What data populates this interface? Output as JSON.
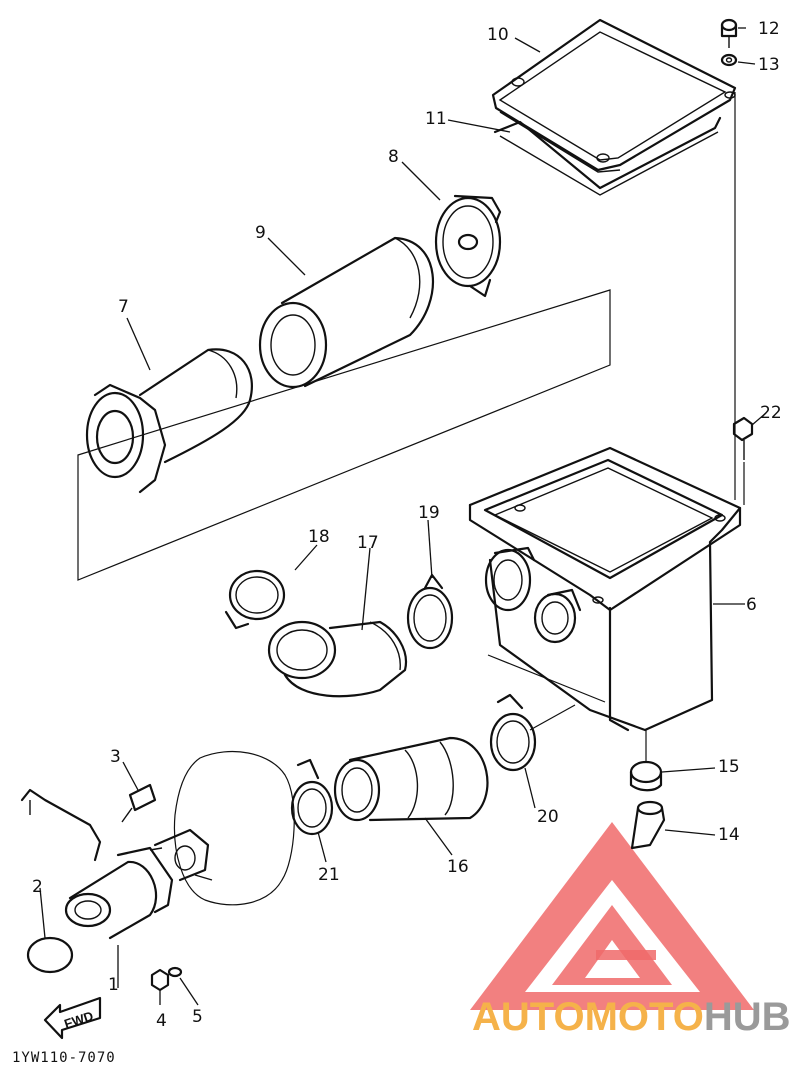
{
  "diagram": {
    "drawing_code": "1YW110-7070",
    "direction_label": "FWD",
    "callouts": [
      "1",
      "2",
      "3",
      "4",
      "5",
      "6",
      "7",
      "8",
      "9",
      "10",
      "11",
      "12",
      "13",
      "14",
      "15",
      "16",
      "17",
      "18",
      "19",
      "20",
      "21",
      "22"
    ]
  },
  "watermark": {
    "brand_part1": "AUTOMOTO",
    "brand_part2": "HUB",
    "colors": {
      "logo": "#f06a6a",
      "part1": "#f5b24a",
      "part2": "#9a9a9a"
    }
  }
}
